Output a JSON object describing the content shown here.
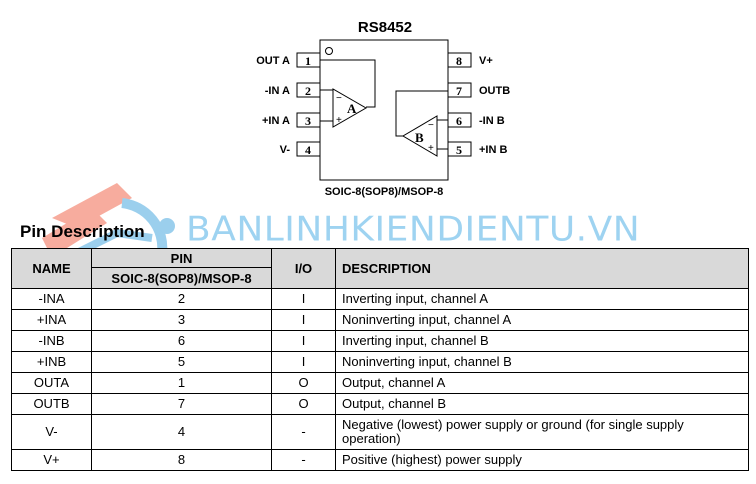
{
  "diagram": {
    "title": "RS8452",
    "package_label": "SOIC-8(SOP8)/MSOP-8",
    "left_pins": [
      {
        "number": "1",
        "label": "OUT A"
      },
      {
        "number": "2",
        "label": "-IN A"
      },
      {
        "number": "3",
        "label": "+IN A"
      },
      {
        "number": "4",
        "label": "V-"
      }
    ],
    "right_pins": [
      {
        "number": "8",
        "label": "V+"
      },
      {
        "number": "7",
        "label": "OUTB"
      },
      {
        "number": "6",
        "label": "-IN B"
      },
      {
        "number": "5",
        "label": "+IN B"
      }
    ],
    "amp_a_label": "A",
    "amp_b_label": "B",
    "minus_sign": "−",
    "plus_sign": "+"
  },
  "watermark": {
    "text": "BANLINHKIENDIENTU.VN",
    "colors": {
      "orange": "#f26a4f",
      "blue": "#4aa8e0"
    }
  },
  "section": {
    "title": "Pin Description"
  },
  "table": {
    "headers": {
      "name": "NAME",
      "pin": "PIN",
      "pin_sub": "SOIC-8(SOP8)/MSOP-8",
      "io": "I/O",
      "description": "DESCRIPTION"
    },
    "rows": [
      {
        "name": "-INA",
        "pin": "2",
        "io": "I",
        "description": "Inverting input, channel A"
      },
      {
        "name": "+INA",
        "pin": "3",
        "io": "I",
        "description": "Noninverting input, channel A"
      },
      {
        "name": "-INB",
        "pin": "6",
        "io": "I",
        "description": "Inverting input, channel B"
      },
      {
        "name": "+INB",
        "pin": "5",
        "io": "I",
        "description": "Noninverting input, channel B"
      },
      {
        "name": "OUTA",
        "pin": "1",
        "io": "O",
        "description": "Output, channel A"
      },
      {
        "name": "OUTB",
        "pin": "7",
        "io": "O",
        "description": "Output, channel B"
      },
      {
        "name": "V-",
        "pin": "4",
        "io": "-",
        "description": "Negative (lowest) power supply or ground (for single supply operation)"
      },
      {
        "name": "V+",
        "pin": "8",
        "io": "-",
        "description": "Positive (highest) power supply"
      }
    ]
  }
}
